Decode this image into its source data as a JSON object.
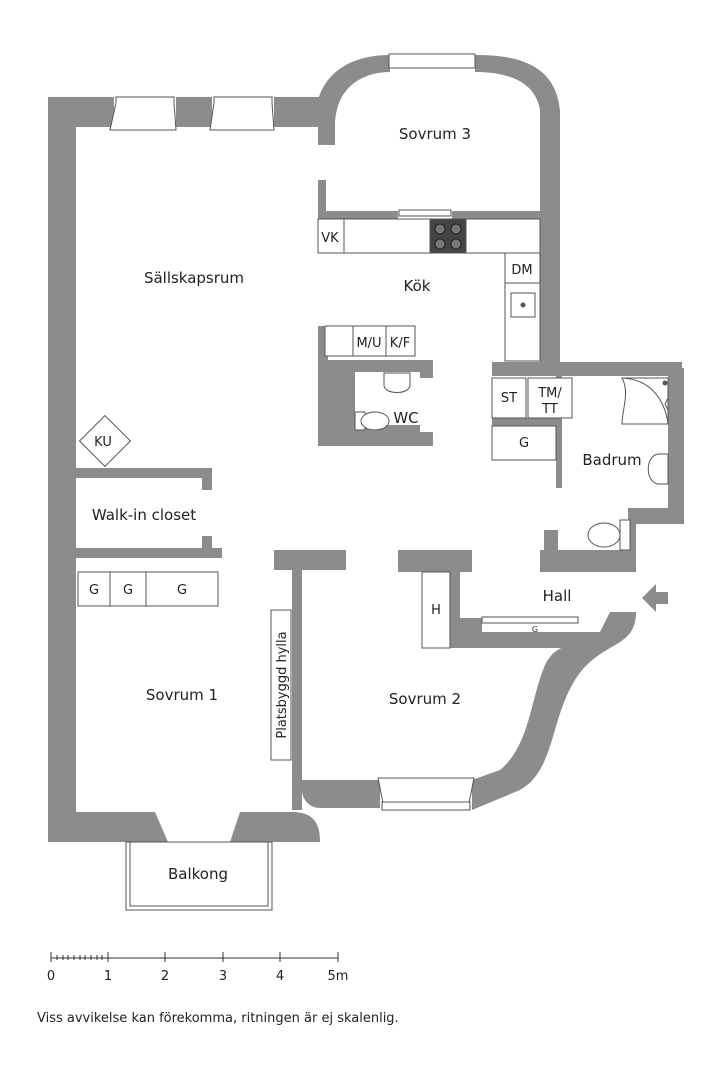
{
  "colors": {
    "wall": "#8c8c8c",
    "line": "#555555",
    "fixture": "#ffffff",
    "stove": "#444444"
  },
  "rooms": {
    "sovrum3": "Sovrum 3",
    "sallskapsrum": "Sällskapsrum",
    "kok": "Kök",
    "wc": "WC",
    "badrum": "Badrum",
    "walkin": "Walk-in closet",
    "hall": "Hall",
    "sovrum1": "Sovrum 1",
    "sovrum2": "Sovrum 2",
    "balkong": "Balkong"
  },
  "fixtures": {
    "vk": "VK",
    "dm": "DM",
    "mu": "M/U",
    "kf": "K/F",
    "st": "ST",
    "tm_line1": "TM/",
    "tm_line2": "TT",
    "g_bath": "G",
    "ku": "KU",
    "g_closet_1": "G",
    "g_closet_2": "G",
    "g_closet_3": "G",
    "h": "H",
    "g_hall": "G",
    "shelf": "Platsbyggd hylla"
  },
  "scale": {
    "ticks": [
      "0",
      "1",
      "2",
      "3",
      "4",
      "5m"
    ]
  },
  "disclaimer": "Viss avvikelse kan förekomma, ritningen är ej skalenlig."
}
